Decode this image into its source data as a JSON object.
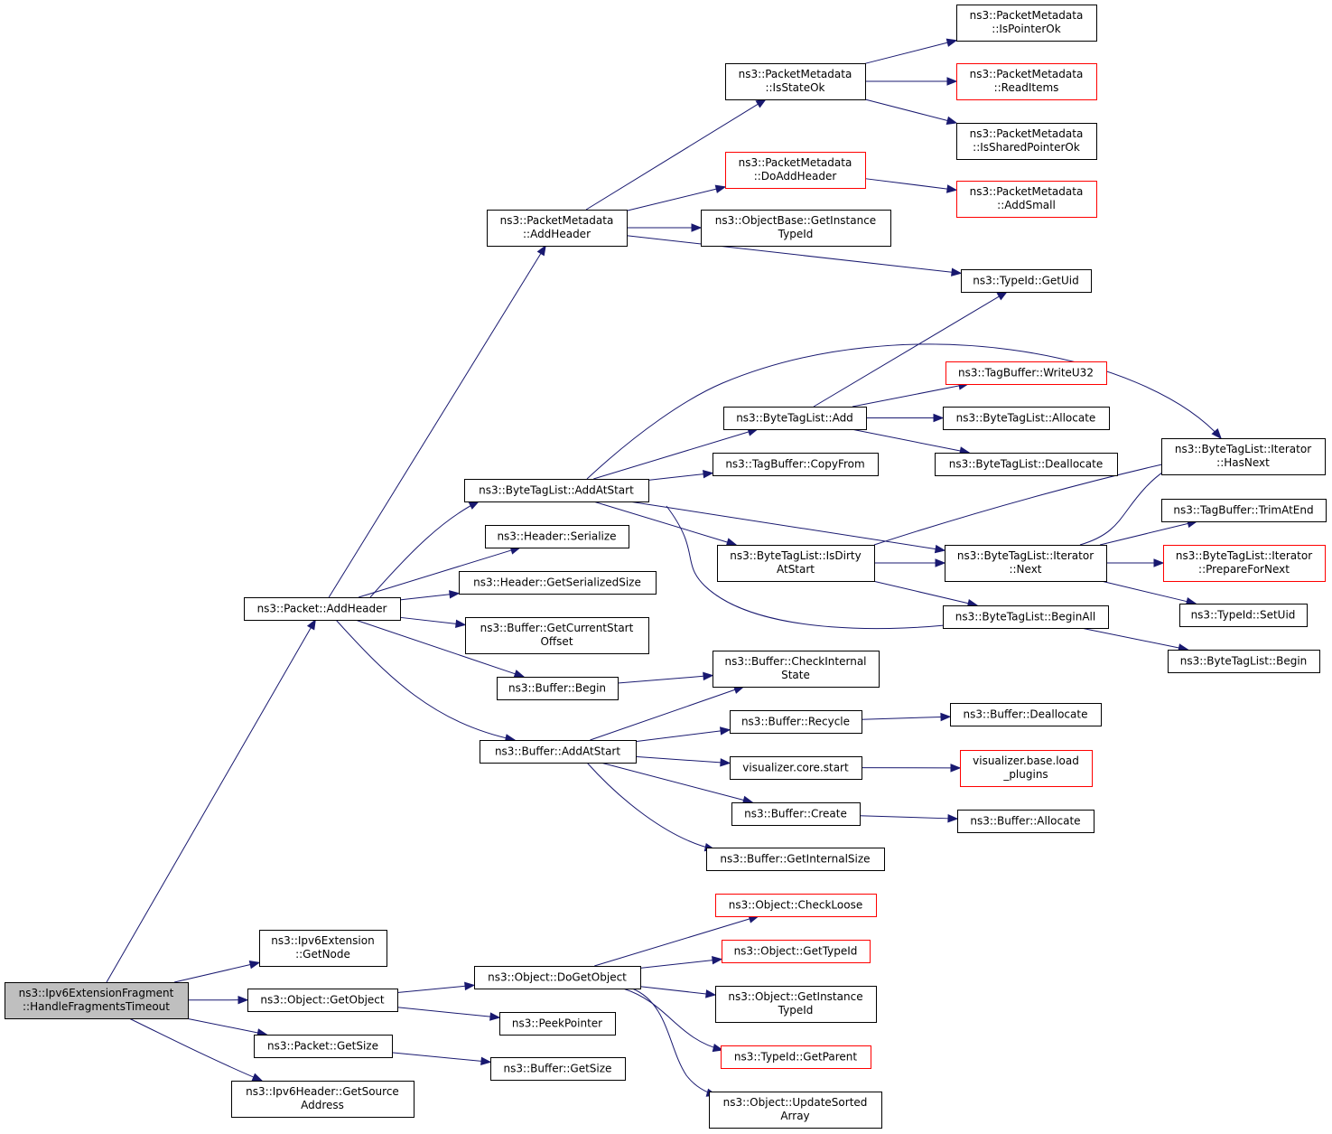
{
  "graph": {
    "colors": {
      "edge": "#191970",
      "node_border": "#000000",
      "external_border": "#ff0000",
      "root_fill": "#bfbfbf"
    },
    "nodes": [
      {
        "id": "root",
        "label": [
          "ns3::Ipv6ExtensionFragment",
          "::HandleFragmentsTimeout"
        ],
        "style": "root"
      },
      {
        "id": "pkt_addheader",
        "label": [
          "ns3::Packet::AddHeader"
        ],
        "style": "normal"
      },
      {
        "id": "ipv6ext_getnode",
        "label": [
          "ns3::Ipv6Extension",
          "::GetNode"
        ],
        "style": "normal"
      },
      {
        "id": "obj_getobject",
        "label": [
          "ns3::Object::GetObject"
        ],
        "style": "normal"
      },
      {
        "id": "pkt_getsize",
        "label": [
          "ns3::Packet::GetSize"
        ],
        "style": "normal"
      },
      {
        "id": "ipv6hdr_getsrc",
        "label": [
          "ns3::Ipv6Header::GetSource",
          "Address"
        ],
        "style": "normal"
      },
      {
        "id": "pm_addheader",
        "label": [
          "ns3::PacketMetadata",
          "::AddHeader"
        ],
        "style": "normal"
      },
      {
        "id": "btl_addatstart",
        "label": [
          "ns3::ByteTagList::AddAtStart"
        ],
        "style": "normal"
      },
      {
        "id": "hdr_serialize",
        "label": [
          "ns3::Header::Serialize"
        ],
        "style": "normal"
      },
      {
        "id": "hdr_getserializedsize",
        "label": [
          "ns3::Header::GetSerializedSize"
        ],
        "style": "normal"
      },
      {
        "id": "buf_getcurrentstart",
        "label": [
          "ns3::Buffer::GetCurrentStart",
          "Offset"
        ],
        "style": "normal"
      },
      {
        "id": "buf_begin",
        "label": [
          "ns3::Buffer::Begin"
        ],
        "style": "normal"
      },
      {
        "id": "buf_addatstart",
        "label": [
          "ns3::Buffer::AddAtStart"
        ],
        "style": "normal"
      },
      {
        "id": "obj_dogetobject",
        "label": [
          "ns3::Object::DoGetObject"
        ],
        "style": "normal"
      },
      {
        "id": "peekpointer",
        "label": [
          "ns3::PeekPointer"
        ],
        "style": "normal"
      },
      {
        "id": "buf_getsize",
        "label": [
          "ns3::Buffer::GetSize"
        ],
        "style": "normal"
      },
      {
        "id": "pm_isstateok",
        "label": [
          "ns3::PacketMetadata",
          "::IsStateOk"
        ],
        "style": "normal"
      },
      {
        "id": "pm_doaddheader",
        "label": [
          "ns3::PacketMetadata",
          "::DoAddHeader"
        ],
        "style": "external"
      },
      {
        "id": "ob_getinstancetypeid",
        "label": [
          "ns3::ObjectBase::GetInstance",
          "TypeId"
        ],
        "style": "normal"
      },
      {
        "id": "btl_add",
        "label": [
          "ns3::ByteTagList::Add"
        ],
        "style": "normal"
      },
      {
        "id": "tb_copyfrom",
        "label": [
          "ns3::TagBuffer::CopyFrom"
        ],
        "style": "normal"
      },
      {
        "id": "btl_isdirty",
        "label": [
          "ns3::ByteTagList::IsDirty",
          "AtStart"
        ],
        "style": "normal"
      },
      {
        "id": "buf_checkinternal",
        "label": [
          "ns3::Buffer::CheckInternal",
          "State"
        ],
        "style": "normal"
      },
      {
        "id": "buf_recycle",
        "label": [
          "ns3::Buffer::Recycle"
        ],
        "style": "normal"
      },
      {
        "id": "viz_start",
        "label": [
          "visualizer.core.start"
        ],
        "style": "normal"
      },
      {
        "id": "buf_create",
        "label": [
          "ns3::Buffer::Create"
        ],
        "style": "normal"
      },
      {
        "id": "buf_getinternalsize",
        "label": [
          "ns3::Buffer::GetInternalSize"
        ],
        "style": "normal"
      },
      {
        "id": "obj_checkloose",
        "label": [
          "ns3::Object::CheckLoose"
        ],
        "style": "external"
      },
      {
        "id": "obj_gettypeid",
        "label": [
          "ns3::Object::GetTypeId"
        ],
        "style": "external"
      },
      {
        "id": "obj_getinstancetypeid",
        "label": [
          "ns3::Object::GetInstance",
          "TypeId"
        ],
        "style": "normal"
      },
      {
        "id": "tid_getparent",
        "label": [
          "ns3::TypeId::GetParent"
        ],
        "style": "external"
      },
      {
        "id": "obj_updatesorted",
        "label": [
          "ns3::Object::UpdateSorted",
          "Array"
        ],
        "style": "normal"
      },
      {
        "id": "pm_ispointerok",
        "label": [
          "ns3::PacketMetadata",
          "::IsPointerOk"
        ],
        "style": "normal"
      },
      {
        "id": "pm_readitems",
        "label": [
          "ns3::PacketMetadata",
          "::ReadItems"
        ],
        "style": "external"
      },
      {
        "id": "pm_issharedpointerok",
        "label": [
          "ns3::PacketMetadata",
          "::IsSharedPointerOk"
        ],
        "style": "normal"
      },
      {
        "id": "pm_addsmall",
        "label": [
          "ns3::PacketMetadata",
          "::AddSmall"
        ],
        "style": "external"
      },
      {
        "id": "tid_getuid",
        "label": [
          "ns3::TypeId::GetUid"
        ],
        "style": "normal"
      },
      {
        "id": "tb_writeu32",
        "label": [
          "ns3::TagBuffer::WriteU32"
        ],
        "style": "external"
      },
      {
        "id": "btl_allocate",
        "label": [
          "ns3::ByteTagList::Allocate"
        ],
        "style": "normal"
      },
      {
        "id": "btl_deallocate",
        "label": [
          "ns3::ByteTagList::Deallocate"
        ],
        "style": "normal"
      },
      {
        "id": "btli_next",
        "label": [
          "ns3::ByteTagList::Iterator",
          "::Next"
        ],
        "style": "normal"
      },
      {
        "id": "btl_beginall",
        "label": [
          "ns3::ByteTagList::BeginAll"
        ],
        "style": "normal"
      },
      {
        "id": "buf_deallocate",
        "label": [
          "ns3::Buffer::Deallocate"
        ],
        "style": "normal"
      },
      {
        "id": "viz_loadplugins",
        "label": [
          "visualizer.base.load",
          "_plugins"
        ],
        "style": "external"
      },
      {
        "id": "buf_allocate",
        "label": [
          "ns3::Buffer::Allocate"
        ],
        "style": "normal"
      },
      {
        "id": "btli_hasnext",
        "label": [
          "ns3::ByteTagList::Iterator",
          "::HasNext"
        ],
        "style": "normal"
      },
      {
        "id": "tb_trimatend",
        "label": [
          "ns3::TagBuffer::TrimAtEnd"
        ],
        "style": "normal"
      },
      {
        "id": "btli_preparefornext",
        "label": [
          "ns3::ByteTagList::Iterator",
          "::PrepareForNext"
        ],
        "style": "external"
      },
      {
        "id": "tid_setuid",
        "label": [
          "ns3::TypeId::SetUid"
        ],
        "style": "normal"
      },
      {
        "id": "btl_begin",
        "label": [
          "ns3::ByteTagList::Begin"
        ],
        "style": "normal"
      }
    ],
    "edges": [
      [
        "root",
        "pkt_addheader"
      ],
      [
        "root",
        "ipv6ext_getnode"
      ],
      [
        "root",
        "obj_getobject"
      ],
      [
        "root",
        "pkt_getsize"
      ],
      [
        "root",
        "ipv6hdr_getsrc"
      ],
      [
        "pkt_addheader",
        "pm_addheader"
      ],
      [
        "pkt_addheader",
        "btl_addatstart"
      ],
      [
        "pkt_addheader",
        "hdr_serialize"
      ],
      [
        "pkt_addheader",
        "hdr_getserializedsize"
      ],
      [
        "pkt_addheader",
        "buf_getcurrentstart"
      ],
      [
        "pkt_addheader",
        "buf_begin"
      ],
      [
        "pkt_addheader",
        "buf_addatstart"
      ],
      [
        "obj_getobject",
        "obj_dogetobject"
      ],
      [
        "obj_getobject",
        "peekpointer"
      ],
      [
        "pkt_getsize",
        "buf_getsize"
      ],
      [
        "pm_addheader",
        "pm_isstateok"
      ],
      [
        "pm_addheader",
        "pm_doaddheader"
      ],
      [
        "pm_addheader",
        "ob_getinstancetypeid"
      ],
      [
        "pm_addheader",
        "tid_getuid"
      ],
      [
        "pm_isstateok",
        "pm_ispointerok"
      ],
      [
        "pm_isstateok",
        "pm_readitems"
      ],
      [
        "pm_isstateok",
        "pm_issharedpointerok"
      ],
      [
        "pm_doaddheader",
        "pm_addsmall"
      ],
      [
        "btl_addatstart",
        "btli_hasnext"
      ],
      [
        "btl_addatstart",
        "btl_add"
      ],
      [
        "btl_addatstart",
        "tb_copyfrom"
      ],
      [
        "btl_addatstart",
        "btl_isdirty"
      ],
      [
        "btl_addatstart",
        "btli_next"
      ],
      [
        "btl_addatstart",
        "btl_beginall"
      ],
      [
        "btl_add",
        "tid_getuid"
      ],
      [
        "btl_add",
        "tb_writeu32"
      ],
      [
        "btl_add",
        "btl_allocate"
      ],
      [
        "btl_add",
        "btl_deallocate"
      ],
      [
        "btl_isdirty",
        "btli_hasnext"
      ],
      [
        "btl_isdirty",
        "btli_next"
      ],
      [
        "btl_isdirty",
        "btl_beginall"
      ],
      [
        "btli_next",
        "btli_hasnext"
      ],
      [
        "btli_next",
        "tb_trimatend"
      ],
      [
        "btli_next",
        "btli_preparefornext"
      ],
      [
        "btli_next",
        "tid_setuid"
      ],
      [
        "btl_beginall",
        "btl_begin"
      ],
      [
        "buf_begin",
        "buf_checkinternal"
      ],
      [
        "buf_addatstart",
        "buf_checkinternal"
      ],
      [
        "buf_addatstart",
        "buf_recycle"
      ],
      [
        "buf_addatstart",
        "viz_start"
      ],
      [
        "buf_addatstart",
        "buf_create"
      ],
      [
        "buf_addatstart",
        "buf_getinternalsize"
      ],
      [
        "buf_recycle",
        "buf_deallocate"
      ],
      [
        "viz_start",
        "viz_loadplugins"
      ],
      [
        "buf_create",
        "buf_allocate"
      ],
      [
        "obj_dogetobject",
        "obj_checkloose"
      ],
      [
        "obj_dogetobject",
        "obj_gettypeid"
      ],
      [
        "obj_dogetobject",
        "obj_getinstancetypeid"
      ],
      [
        "obj_dogetobject",
        "tid_getparent"
      ],
      [
        "obj_dogetobject",
        "obj_updatesorted"
      ]
    ]
  }
}
